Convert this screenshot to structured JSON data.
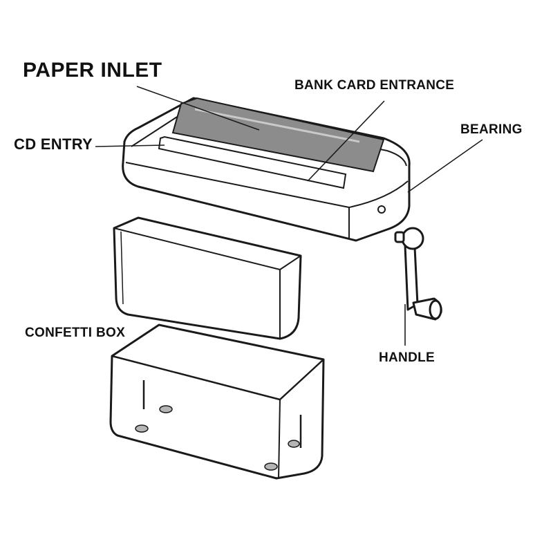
{
  "diagram": {
    "labels": {
      "paper_inlet": "PAPER INLET",
      "bank_card_entrance": "BANK CARD ENTRANCE",
      "cd_entry": "CD ENTRY",
      "bearing": "BEARING",
      "confetti_box": "CONFETTI BOX",
      "handle": "HANDLE"
    },
    "colors": {
      "outline": "#1a1a1a",
      "slot_fill": "#8c8c8c",
      "body_fill": "#ffffff",
      "foot_fill": "#b5b5b5"
    },
    "parts": [
      "shredder-head",
      "inner-bin",
      "confetti-box",
      "crank-handle"
    ]
  }
}
